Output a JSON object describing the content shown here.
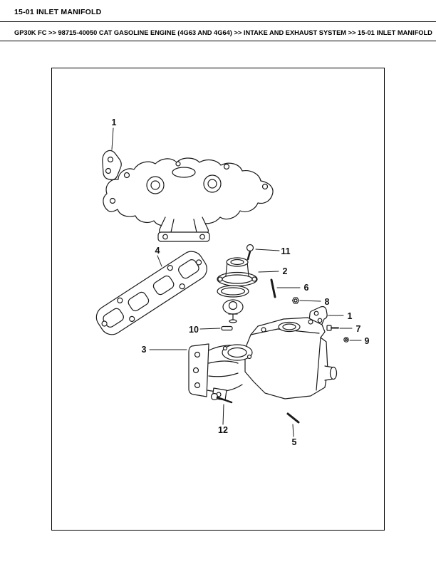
{
  "page": {
    "title": "15-01 INLET MANIFOLD",
    "breadcrumb": "GP30K FC >> 98715-40050 CAT GASOLINE ENGINE (4G63 AND 4G64) >> INTAKE AND EXHAUST SYSTEM >> 15-01 INLET MANIFOLD"
  },
  "colors": {
    "ink": "#1a1a1a",
    "background": "#ffffff"
  },
  "diagram": {
    "description": "Exploded parts drawing of inlet manifold assembly",
    "callouts": [
      {
        "label": "1"
      },
      {
        "label": "4"
      },
      {
        "label": "11"
      },
      {
        "label": "2"
      },
      {
        "label": "6"
      },
      {
        "label": "8"
      },
      {
        "label": "1"
      },
      {
        "label": "7"
      },
      {
        "label": "9"
      },
      {
        "label": "10"
      },
      {
        "label": "3"
      },
      {
        "label": "12"
      },
      {
        "label": "5"
      }
    ]
  }
}
